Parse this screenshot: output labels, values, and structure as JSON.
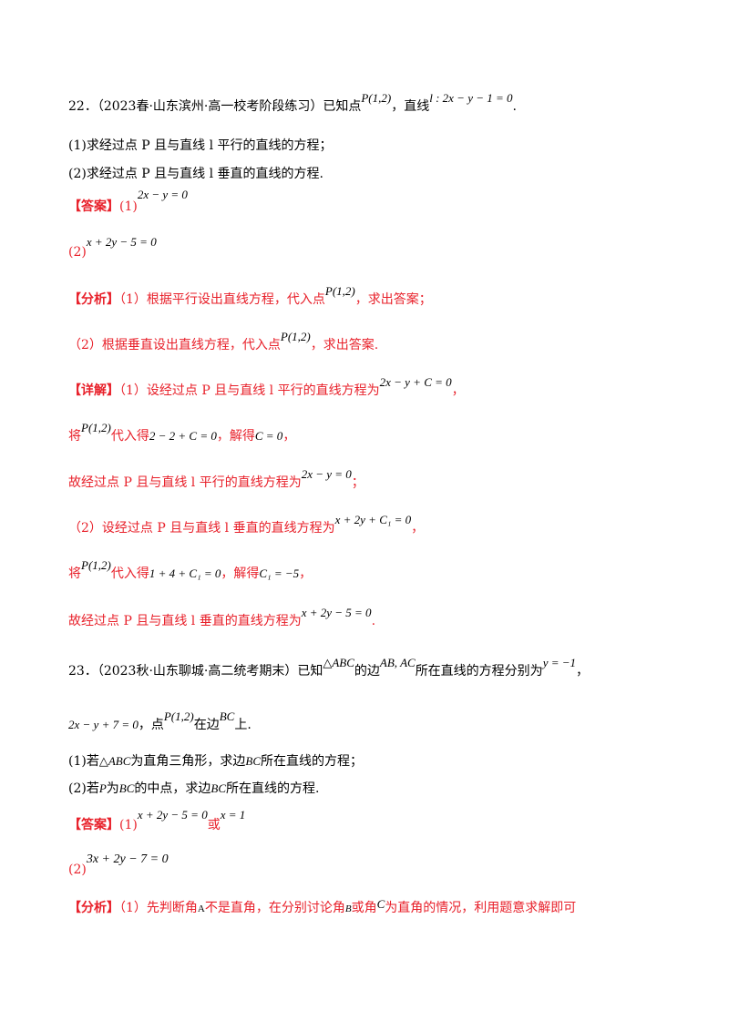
{
  "q22": {
    "num": "22．",
    "source": "（2023春·山东滨州·高一校考阶段练习）已知点",
    "P": "P(1,2)",
    "mid": "，直线",
    "line": "l : 2x − y − 1 = 0",
    "end": ".",
    "part1": "(1)求经过点 P 且与直线 l 平行的直线的方程；",
    "part2": "(2)求经过点 P 且与直线 l 垂直的直线的方程.",
    "answer_label": "【答案】",
    "ans1_tag": "(1)",
    "ans1": "2x − y = 0",
    "ans2_tag": "(2)",
    "ans2": "x + 2y − 5 = 0",
    "analysis_label": "【分析】",
    "analysis1_a": "（1）根据平行设出直线方程，代入点",
    "analysis1_P": "P(1,2)",
    "analysis1_b": "，求出答案；",
    "analysis2_a": "（2）根据垂直设出直线方程，代入点",
    "analysis2_P": "P(1,2)",
    "analysis2_b": "，求出答案.",
    "detail_label": "【详解】",
    "d1_a": "（1）设经过点 P 且与直线 l 平行的直线方程为",
    "d1_eq": "2x − y + C = 0",
    "d1_end": "，",
    "d2_a": "将",
    "d2_P": "P(1,2)",
    "d2_b": "代入得",
    "d2_eq": "2 − 2 + C = 0",
    "d2_c": "，解得",
    "d2_sol": "C = 0",
    "d2_end": "，",
    "d3_a": "故经过点 P 且与直线 l 平行的直线方程为",
    "d3_eq": "2x − y = 0",
    "d3_end": "；",
    "d4_a": "（2）设经过点 P 且与直线 l 垂直的直线方程为",
    "d4_eq": "x + 2y + C₁ = 0",
    "d4_end": "，",
    "d5_a": "将",
    "d5_P": "P(1,2)",
    "d5_b": "代入得",
    "d5_eq": "1 + 4 + C₁ = 0",
    "d5_c": "，解得",
    "d5_sol": "C₁ = −5",
    "d5_end": "，",
    "d6_a": "故经过点 P 且与直线 l 垂直的直线方程为",
    "d6_eq": "x + 2y − 5 = 0",
    "d6_end": "."
  },
  "q23": {
    "num": "23．",
    "source": "（2023秋·山东聊城·高二统考期末）已知",
    "tri": "△ABC",
    "edge": "的边",
    "sides": "AB, AC",
    "mid": "所在直线的方程分别为",
    "y_eq": "y = −1",
    "comma": "，",
    "l2_eq": "2x − y + 7 = 0",
    "l2_a": "，点",
    "l2_P": "P(1,2)",
    "l2_b": "在边",
    "l2_BC": "BC",
    "l2_c": "上.",
    "p1_a": "(1)若",
    "p1_tri": "△ABC",
    "p1_b": "为直角三角形，求边",
    "p1_BC": "BC",
    "p1_c": "所在直线的方程；",
    "p2_a": "(2)若",
    "p2_P": "P",
    "p2_b": "为",
    "p2_BC": "BC",
    "p2_c": "的中点，求边",
    "p2_BC2": "BC",
    "p2_d": "所在直线的方程.",
    "answer_label": "【答案】",
    "ans1_tag": "(1)",
    "ans1_a": "x + 2y − 5 = 0",
    "ans1_or": "或",
    "ans1_b": "x = 1",
    "ans2_tag": "(2)",
    "ans2": "3x + 2y − 7 = 0",
    "analysis_label": "【分析】",
    "an_a": "（1）先判断角",
    "an_A": "A",
    "an_b": "不是直角，在分别讨论角",
    "an_B": "B",
    "an_c": "或角",
    "an_C": "C",
    "an_d": "为直角的情况，利用题意求解即可"
  }
}
